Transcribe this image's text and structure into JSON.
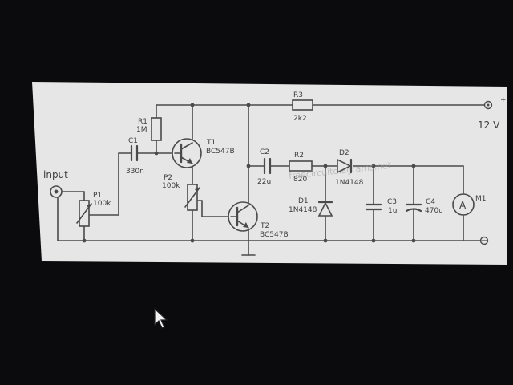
{
  "labels": {
    "input": "input",
    "p1_name": "P1",
    "p1_value": "100k",
    "c1_name": "C1",
    "c1_value": "330n",
    "r1_name": "R1",
    "r1_value": "1M",
    "t1_name": "T1",
    "t1_type": "BC547B",
    "p2_name": "P2",
    "p2_value": "100k",
    "t2_name": "T2",
    "t2_type": "BC547B",
    "r3_name": "R3",
    "r3_value": "2k2",
    "c2_name": "C2",
    "c2_value": "22u",
    "r2_name": "R2",
    "r2_value": "820",
    "d2_name": "D2",
    "d2_type": "1N4148",
    "d1_name": "D1",
    "d1_type": "1N4148",
    "c3_name": "C3",
    "c3_value": "1u",
    "c4_name": "C4",
    "c4_value": "470u",
    "m1_name": "M1",
    "m1_symbol": "A",
    "supply_pos": "12 V",
    "supply_neg": "−",
    "supply_plus": "+",
    "watermark": "freecircuitdiagrams.net"
  },
  "colors": {
    "screen_background": "#0b0b0d",
    "panel_background": "#e6e6e6",
    "line": "#4a4a4a"
  },
  "icons": {
    "cursor": "mouse-pointer-icon"
  }
}
